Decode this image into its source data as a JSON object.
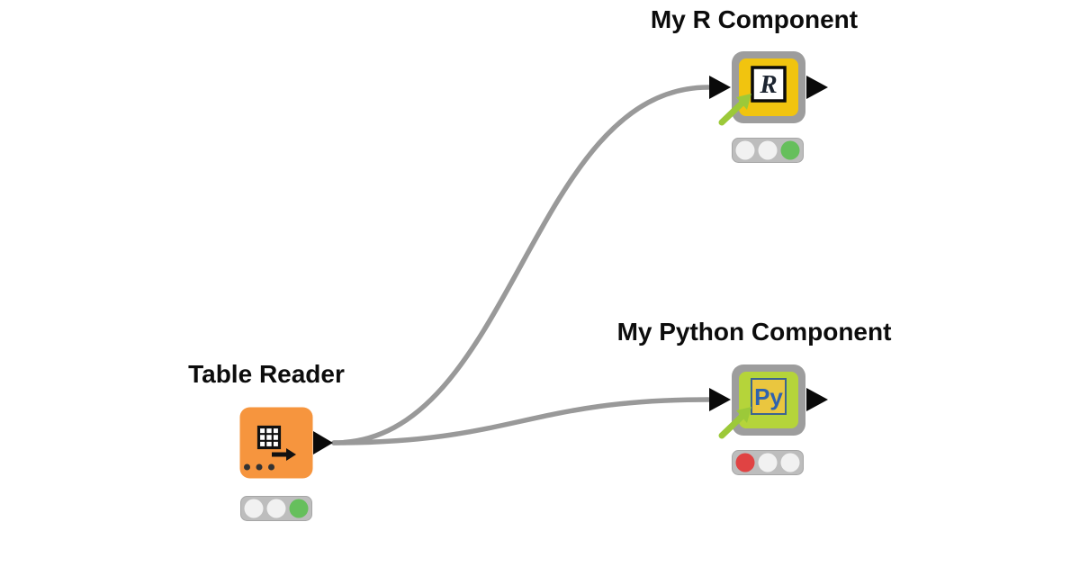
{
  "colors": {
    "background": "#ffffff",
    "wire": "#999999",
    "port": "#0a0a0a",
    "frame_gray": "#9d9d9d",
    "traffic_bar": "#bdbdbd",
    "traffic_bar_border": "#a6a6a6",
    "component_arrow": "#9cc939",
    "title": "#0c0c0c"
  },
  "connections": [
    {
      "from": "Table Reader",
      "to": "My R Component"
    },
    {
      "from": "Table Reader",
      "to": "My Python Component"
    }
  ],
  "nodes": {
    "table_reader": {
      "title": "Table Reader",
      "icon": "table-grid-arrow-icon",
      "body_color": "#f6953e",
      "icon_color": "#111111",
      "dot_color": "#333333",
      "lights": [
        {
          "state": "off",
          "color": "#f1f1f1"
        },
        {
          "state": "off",
          "color": "#f1f1f1"
        },
        {
          "state": "on-green",
          "color": "#66bf5c"
        }
      ]
    },
    "r_component": {
      "title": "My R Component",
      "icon": "r-logo-icon",
      "icon_letter": "R",
      "letter_color": "#1c2430",
      "accent_color": "#f1c40f",
      "inner_box_fill": "#ffffff",
      "inner_box_border": "#0a0a0a",
      "lights": [
        {
          "state": "off",
          "color": "#f1f1f1"
        },
        {
          "state": "off",
          "color": "#f1f1f1"
        },
        {
          "state": "on-green",
          "color": "#66bf5c"
        }
      ]
    },
    "python_component": {
      "title": "My Python Component",
      "icon": "python-logo-icon",
      "icon_letter": "Py",
      "letter_color": "#2f62ae",
      "accent_color": "#b5d43a",
      "inner_box_fill": "#eac63f",
      "inner_box_border": "#3c6490",
      "lights": [
        {
          "state": "on-red",
          "color": "#e04343"
        },
        {
          "state": "off",
          "color": "#f1f1f1"
        },
        {
          "state": "off",
          "color": "#f1f1f1"
        }
      ]
    }
  }
}
